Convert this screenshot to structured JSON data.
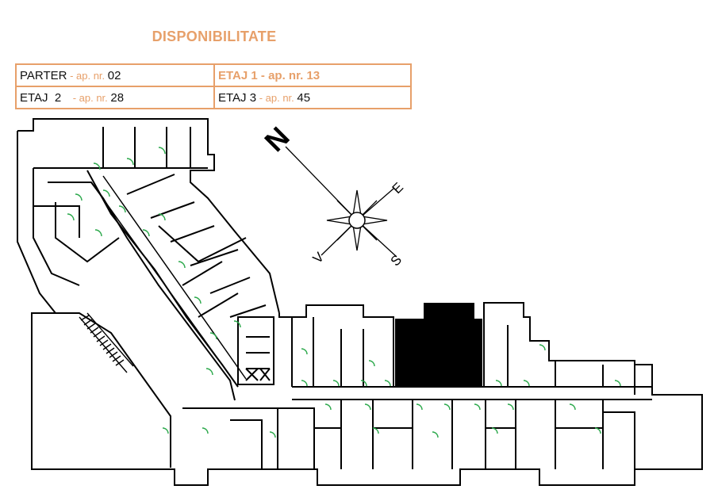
{
  "title": "DISPONIBILITATE",
  "colors": {
    "accent": "#e7a06a",
    "door": "#2aa84a",
    "wall": "#000000",
    "highlight_unit": "#000000"
  },
  "availability": [
    [
      {
        "level": "PARTER",
        "separator": " - ap. nr. ",
        "number": "02",
        "highlight": false
      },
      {
        "level": "ETAJ 1",
        "separator": " - ap. nr. ",
        "number": "13",
        "highlight": true
      }
    ],
    [
      {
        "level": "ETAJ  2",
        "separator": "    - ap. nr. ",
        "number": "28",
        "highlight": false
      },
      {
        "level": "ETAJ 3",
        "separator": " - ap. nr. ",
        "number": "45",
        "highlight": false
      }
    ]
  ],
  "compass": {
    "north": "N",
    "east": "E",
    "south": "S",
    "west": "V"
  }
}
